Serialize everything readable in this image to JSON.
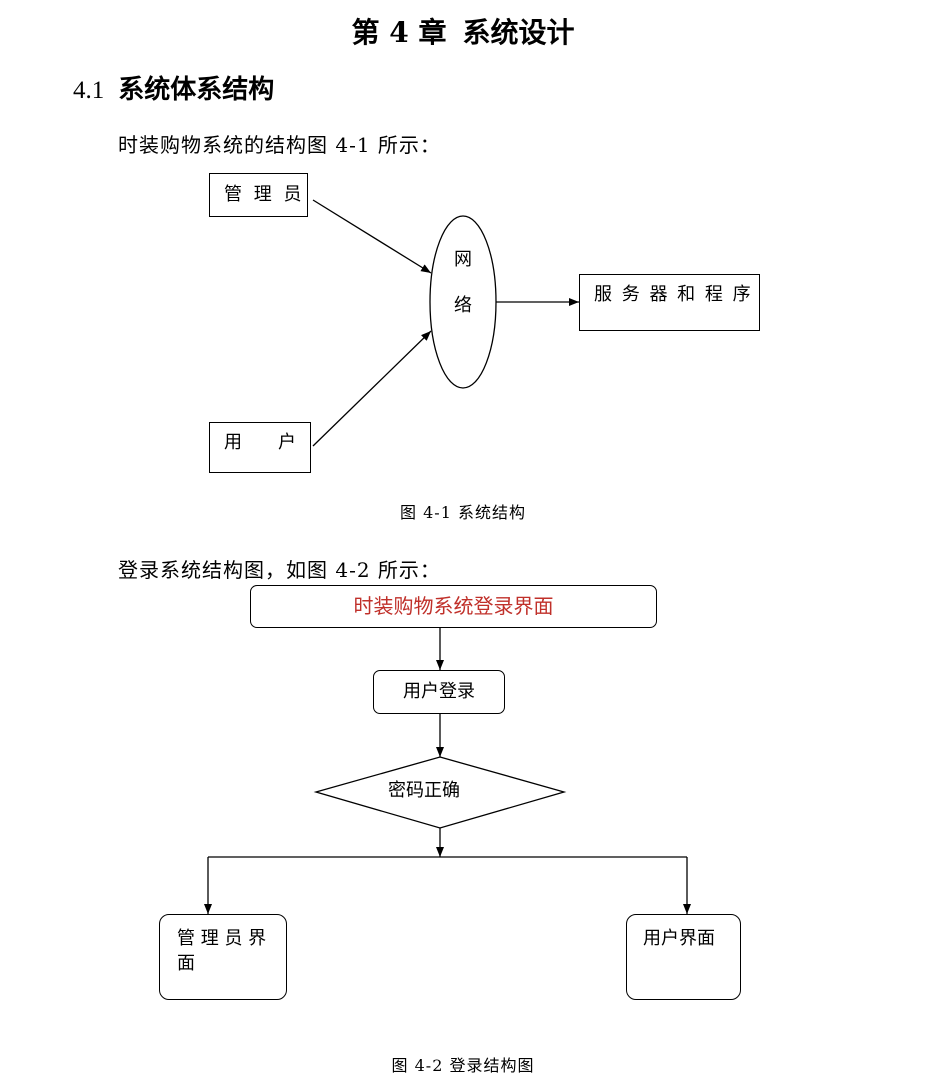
{
  "chapter": {
    "label": "第 4 章",
    "title": "系统设计"
  },
  "section": {
    "number": "4.1",
    "title": "系统体系结构"
  },
  "paragraphs": {
    "fig1_intro": "时装购物系统的结构图 4-1 所示：",
    "fig2_intro": "登录系统结构图，如图 4-2 所示："
  },
  "figure1": {
    "nodes": {
      "admin": "管 理 员",
      "user": "用　　户",
      "network_line1": "网",
      "network_line2": "络",
      "server": "服 务 器 和 程 序"
    },
    "caption": "图 4-1 系统结构"
  },
  "figure2": {
    "nodes": {
      "login_page": "时装购物系统登录界面",
      "user_login": "用户登录",
      "password_check": "密码正确",
      "admin_ui": "管 理 员 界 面",
      "user_ui": "用户界面"
    },
    "caption": "图 4-2 登录结构图"
  },
  "colors": {
    "text": "#000000",
    "highlight": "#c0302a",
    "line": "#000000"
  }
}
